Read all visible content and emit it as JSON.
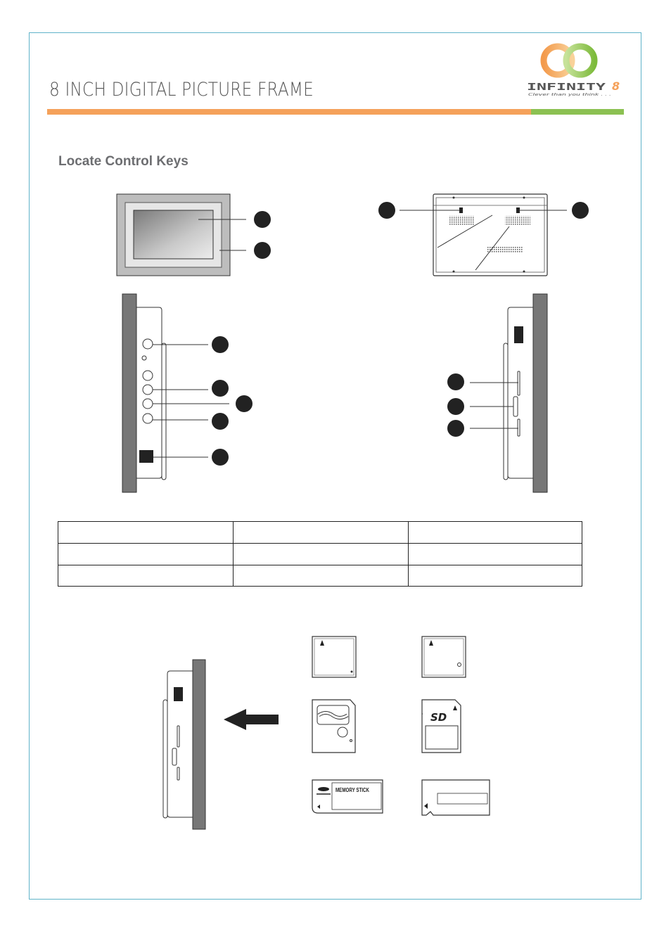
{
  "header": {
    "title": "8 INCH DIGITAL PICTURE FRAME",
    "rule_colors": {
      "orange": "#f5a15a",
      "green": "#8cc152"
    }
  },
  "logo": {
    "wordmark": "INFINITY",
    "number": "8",
    "tagline": "Clever than you think . . .",
    "colors": {
      "ring_left": "#f5a15a",
      "ring_right": "#8cc152",
      "number": "#f5a15a"
    }
  },
  "section": {
    "heading": "Locate Control Keys"
  },
  "table": {
    "rows": 3,
    "cols": 3,
    "cells": []
  },
  "cards": {
    "memory_stick_label": "MEMORY STICK",
    "sd_label": "SD"
  },
  "icons": {
    "frame_front": "frame-front-view",
    "frame_back": "frame-back-view",
    "frame_side_left": "frame-left-side-view",
    "frame_side_right": "frame-right-side-view",
    "insert_arrow": "arrow-left-icon"
  }
}
